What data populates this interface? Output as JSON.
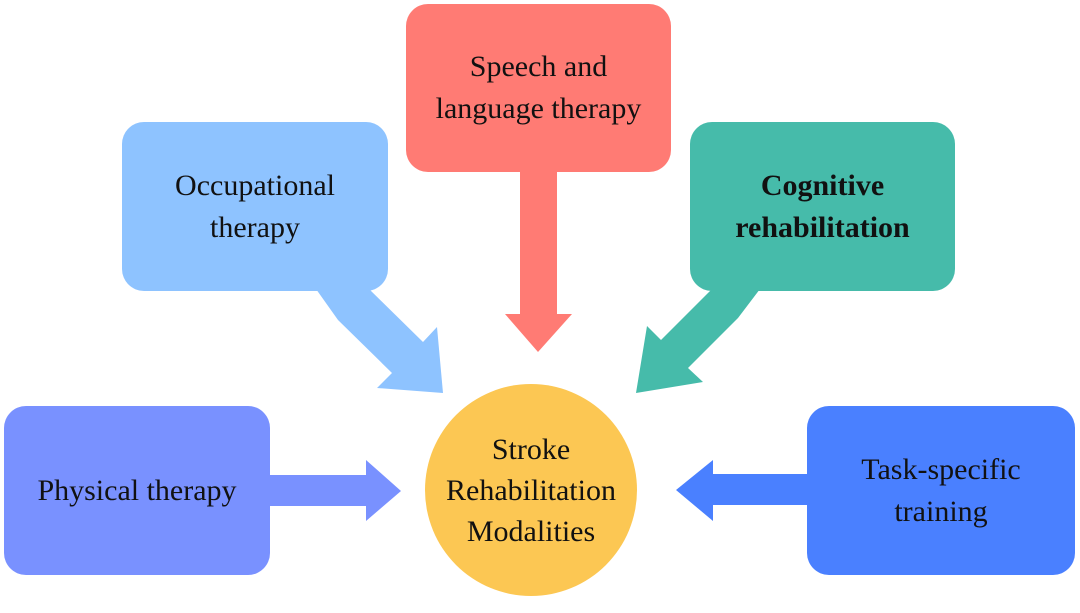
{
  "diagram": {
    "center": {
      "label_lines": [
        "Stroke",
        "Rehabilitation",
        "Modalities"
      ],
      "color": "#FCC753"
    },
    "nodes": [
      {
        "id": "speech",
        "label_lines": [
          "Speech and",
          "language therapy"
        ],
        "color": "#FF7B74",
        "bold": false,
        "position": "top"
      },
      {
        "id": "occupational",
        "label_lines": [
          "Occupational",
          "therapy"
        ],
        "color": "#8EC3FF",
        "bold": false,
        "position": "top-left"
      },
      {
        "id": "cognitive",
        "label_lines": [
          "Cognitive",
          "rehabilitation"
        ],
        "color": "#46BBAA",
        "bold": true,
        "position": "top-right"
      },
      {
        "id": "physical",
        "label_lines": [
          "Physical therapy"
        ],
        "color": "#7991FF",
        "bold": false,
        "position": "left"
      },
      {
        "id": "task",
        "label_lines": [
          "Task-specific",
          "training"
        ],
        "color": "#4A80FF",
        "bold": false,
        "position": "right"
      }
    ],
    "edges": [
      {
        "from": "speech",
        "to": "center"
      },
      {
        "from": "occupational",
        "to": "center"
      },
      {
        "from": "cognitive",
        "to": "center"
      },
      {
        "from": "physical",
        "to": "center"
      },
      {
        "from": "task",
        "to": "center"
      }
    ]
  }
}
